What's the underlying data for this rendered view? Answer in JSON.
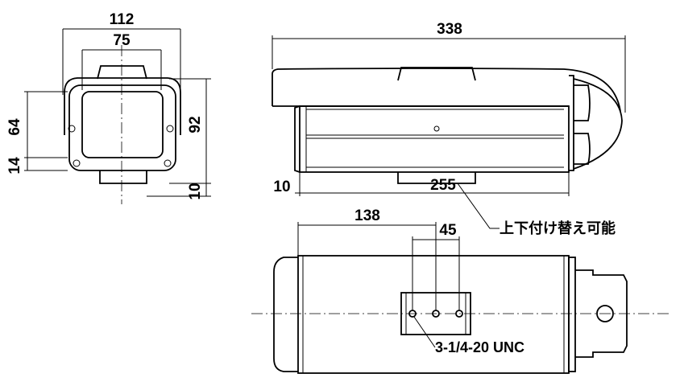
{
  "diagram": {
    "front_view": {
      "width_dim": "112",
      "inner_width_dim": "75",
      "height_dim": "92",
      "upper_height_dim": "64",
      "lower_height_dim": "14",
      "base_height_dim": "10"
    },
    "side_view": {
      "length_dim": "338",
      "mount_offset_dim": "255",
      "bottom_offset_dim": "10",
      "mount_note": "上下付け替え可能"
    },
    "bottom_view": {
      "mount_position_dim": "138",
      "hole_spacing_dim": "45",
      "thread_note": "3-1/4-20 UNC"
    }
  }
}
